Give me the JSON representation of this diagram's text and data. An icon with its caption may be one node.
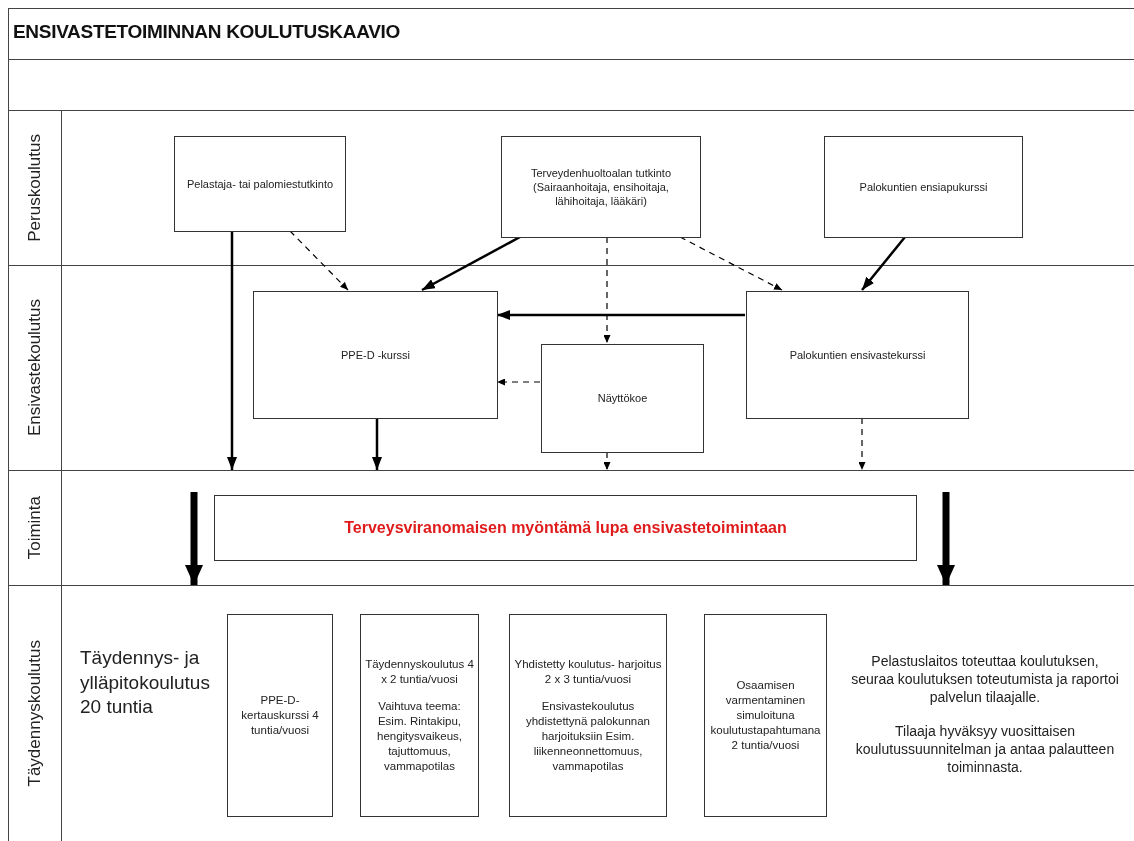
{
  "diagram": {
    "title": "ENSIVASTETOIMINNAN KOULUTUSKAAVIO",
    "nodes": [
      {
        "text": [
          "Peruskoulutus"
        ]
      },
      {
        "text": [
          "Pelastaja- tai palomiestutkinto"
        ],
        "in": 0
      },
      {
        "text": [
          "Terveydenhuoltoalan tutkinto (Sairaanhoitaja, ensihoitaja, lähihoitaja, lääkäri)"
        ],
        "in": 0
      },
      {
        "text": [
          "Palokuntien ensiapukurssi"
        ],
        "in": 0
      },
      {
        "text": [
          "Ensivastekoulutus"
        ]
      },
      {
        "text": [
          "PPE-D -kurssi"
        ],
        "in": 4
      },
      {
        "text": [
          "Näyttökoe"
        ],
        "in": 4
      },
      {
        "text": [
          "Palokuntien ensivastekurssi"
        ],
        "in": 4
      },
      {
        "text": [
          "Toiminta"
        ]
      },
      {
        "text": [
          "Terveysviranomaisen myöntämä lupa ensivastetoimintaan"
        ],
        "in": 8
      },
      {
        "text": [
          "Täydennyskoulutus"
        ]
      },
      {
        "text": [
          "PPE-D- kertauskurssi 4 tuntia/vuosi"
        ],
        "in": 10
      },
      {
        "text": [
          "Täydennyskoulutus 4 x 2 tuntia/vuosi",
          "Vaihtuva teema: Esim. Rintakipu, hengitysvaikeus, tajuttomuus, vammapotilas"
        ],
        "in": 10
      },
      {
        "text": [
          "Yhdistetty koulutus- harjoitus 2 x 3 tuntia/vuosi",
          "Ensivastekoulutus yhdistettynä palokunnan harjoituksiin Esim. liikenneonnettomuus, vammapotilas"
        ],
        "in": 10
      },
      {
        "text": [
          "Osaamisen varmentaminen simuloituna koulutustapahtumana 2 tuntia/vuosi"
        ],
        "in": 10
      }
    ],
    "edges": [
      {
        "from": 1,
        "to": 8,
        "arrow": "to"
      },
      {
        "from": 1,
        "to": 5,
        "arrow": "to",
        "style": "dashed"
      },
      {
        "from": 2,
        "to": 5,
        "arrow": "to"
      },
      {
        "from": 2,
        "to": 6,
        "arrow": "to",
        "style": "dashed"
      },
      {
        "from": 2,
        "to": 7,
        "arrow": "to",
        "style": "dashed"
      },
      {
        "from": 3,
        "to": 7,
        "arrow": "to"
      },
      {
        "from": 7,
        "to": 5,
        "arrow": "to"
      },
      {
        "from": 6,
        "to": 5,
        "arrow": "to",
        "style": "dashed"
      },
      {
        "from": 5,
        "to": 8,
        "arrow": "to"
      },
      {
        "from": 6,
        "to": 8,
        "arrow": "to",
        "style": "dashed"
      },
      {
        "from": 7,
        "to": 8,
        "arrow": "to",
        "style": "dashed"
      },
      {
        "from": null,
        "to": 10,
        "arrow": "to",
        "style": "thick"
      },
      {
        "from": null,
        "to": 10,
        "arrow": "to",
        "style": "thick"
      }
    ],
    "labels": [
      "Täydennys- ja ylläpitokoulutus 20 tuntia",
      "Pelastuslaitos toteuttaa koulutuksen, seuraa koulutuksen toteutumista ja raportoi palvelun tilaajalle.",
      "Tilaaja hyväksyy vuosittaisen koulutussuunnitelman ja antaa palautteen toiminnasta."
    ]
  }
}
